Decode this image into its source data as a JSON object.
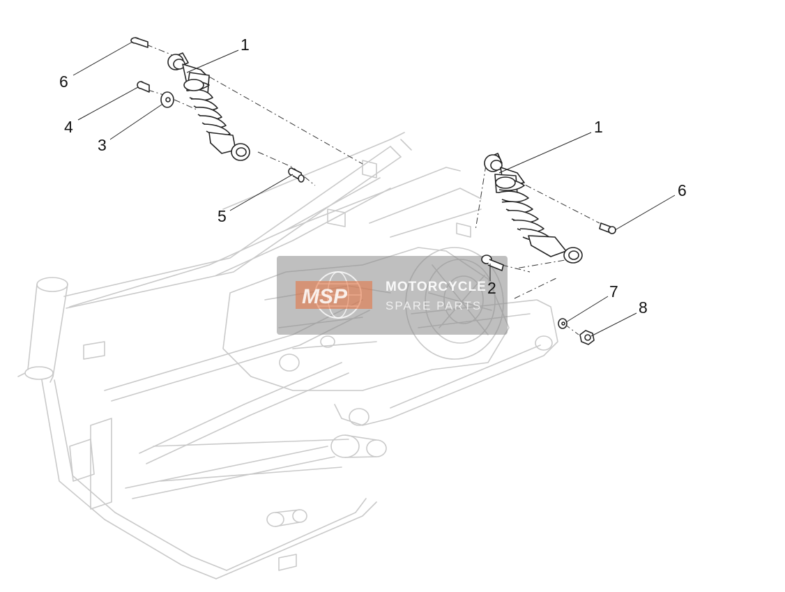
{
  "diagram": {
    "callouts": [
      {
        "id": "label-1-left",
        "text": "1"
      },
      {
        "id": "label-6-left",
        "text": "6"
      },
      {
        "id": "label-4",
        "text": "4"
      },
      {
        "id": "label-3",
        "text": "3"
      },
      {
        "id": "label-5",
        "text": "5"
      },
      {
        "id": "label-1-right",
        "text": "1"
      },
      {
        "id": "label-6-right",
        "text": "6"
      },
      {
        "id": "label-2",
        "text": "2"
      },
      {
        "id": "label-7",
        "text": "7"
      },
      {
        "id": "label-8",
        "text": "8"
      }
    ]
  },
  "watermark": {
    "logo": "MSP",
    "line1": "MOTORCYCLE",
    "line2": "SPARE PARTS",
    "accent_color": "#e8703a",
    "panel_color": "#8a8a8a"
  },
  "colors": {
    "frame": "#c9c9c9",
    "parts": "#222222",
    "background": "#ffffff"
  }
}
